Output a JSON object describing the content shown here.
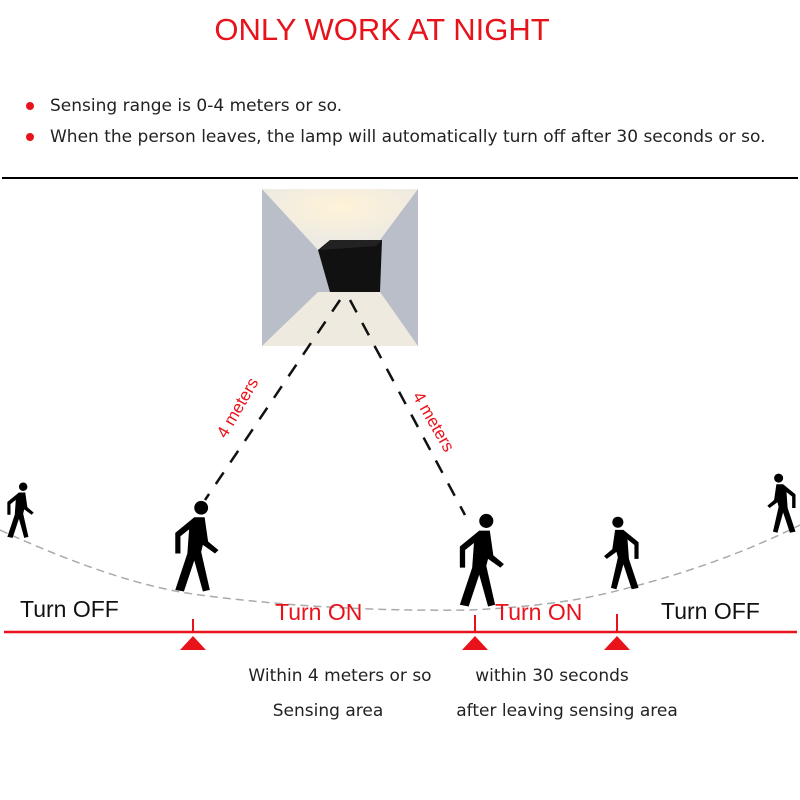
{
  "title": "ONLY WORK AT NIGHT",
  "bullets": [
    "Sensing range is 0-4 meters or so.",
    "When the person leaves, the lamp will automatically turn off after 30 seconds or so."
  ],
  "range_labels": {
    "left": "4 meters",
    "right": "4 meters"
  },
  "states": {
    "off_left": "Turn OFF",
    "on_1": "Turn ON",
    "on_2": "Turn ON",
    "off_right": "Turn OFF"
  },
  "notes": {
    "sensing_1": "Within 4 meters or so",
    "sensing_2": "Sensing area",
    "delay_1": "within 30 seconds",
    "delay_2": "after leaving sensing area"
  },
  "colors": {
    "accent": "#e8121b",
    "text": "#222222"
  }
}
